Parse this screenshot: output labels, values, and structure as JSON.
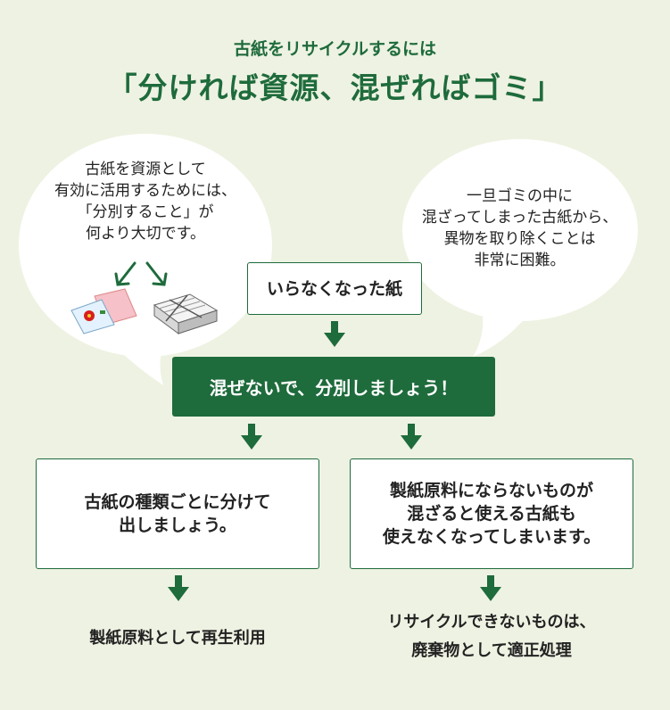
{
  "header": {
    "subtitle": "古紙をリサイクルするには",
    "title": "「分ければ資源、混ぜればゴミ」"
  },
  "bubble_left": {
    "lines": [
      "古紙を資源として",
      "有効に活用するためには、",
      "「分別すること」が",
      "何より大切です。"
    ]
  },
  "bubble_right": {
    "lines": [
      "一旦ゴミの中に",
      "混ざってしまった古紙から、",
      "異物を取り除くことは",
      "非常に困難。"
    ]
  },
  "start_box": {
    "label": "いらなくなった紙"
  },
  "main_action": {
    "label": "混ぜないで、分別しましょう！"
  },
  "left_branch": {
    "box_lines": [
      "古紙の種類ごとに分けて",
      "出しましょう。"
    ],
    "result_lines": [
      "製紙原料として再生利用"
    ]
  },
  "right_branch": {
    "box_lines": [
      "製紙原料にならないものが",
      "混ざると使える古紙も",
      "使えなくなってしまいます。"
    ],
    "result_lines": [
      "リサイクルできないものは、",
      "廃棄物として適正処理"
    ]
  },
  "colors": {
    "background": "#eef2e2",
    "accent_green": "#1e6b3c",
    "bubble_fill": "#ffffff"
  },
  "icons": [
    "arrow-down-icon",
    "sorted-paper-icon",
    "newspaper-bundle-icon"
  ]
}
